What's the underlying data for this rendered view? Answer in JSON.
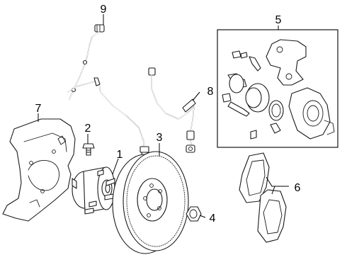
{
  "diagram": {
    "callouts": {
      "hub": "1",
      "stud": "2",
      "rotor": "3",
      "nut": "4",
      "caliper_kit": "5",
      "pads": "6",
      "splash_shield": "7",
      "brake_hose": "8",
      "abs_sensor": "9"
    }
  }
}
